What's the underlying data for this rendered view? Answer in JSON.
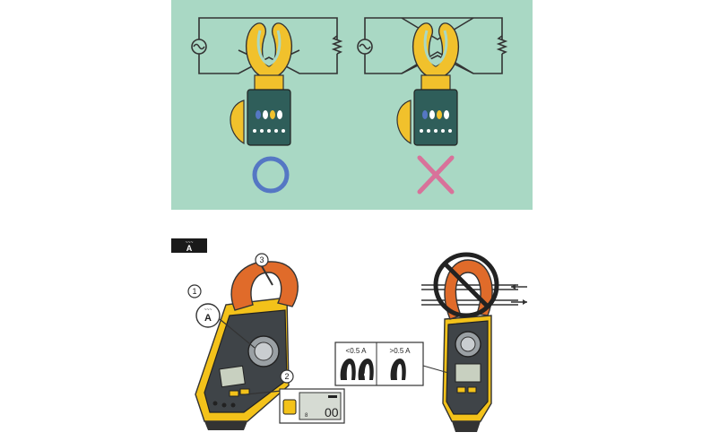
{
  "top_panel": {
    "background": "#a9d8c4",
    "correct_mark": {
      "symbol": "circle",
      "color": "#5577c4"
    },
    "wrong_mark": {
      "symbol": "cross",
      "color": "#d8729a"
    }
  },
  "bottom_panel": {
    "function_badge": {
      "symbol": "A",
      "tilde": "~~~"
    },
    "steps": [
      "1",
      "2",
      "3"
    ],
    "step1_dial_label": "A",
    "step1_dial_tilde": "~~~",
    "display_readout": "00",
    "display_small": "8",
    "jaw_guide": {
      "low_label": "<0.5 A",
      "high_label": ">0.5 A"
    }
  },
  "colors": {
    "meter_yellow": "#f3c21a",
    "meter_dark": "#3f4448",
    "jaw_orange": "#e06b2a",
    "clamp_yellow": "#f1c12c",
    "wire": "#333333",
    "prohibit": "#222222"
  }
}
